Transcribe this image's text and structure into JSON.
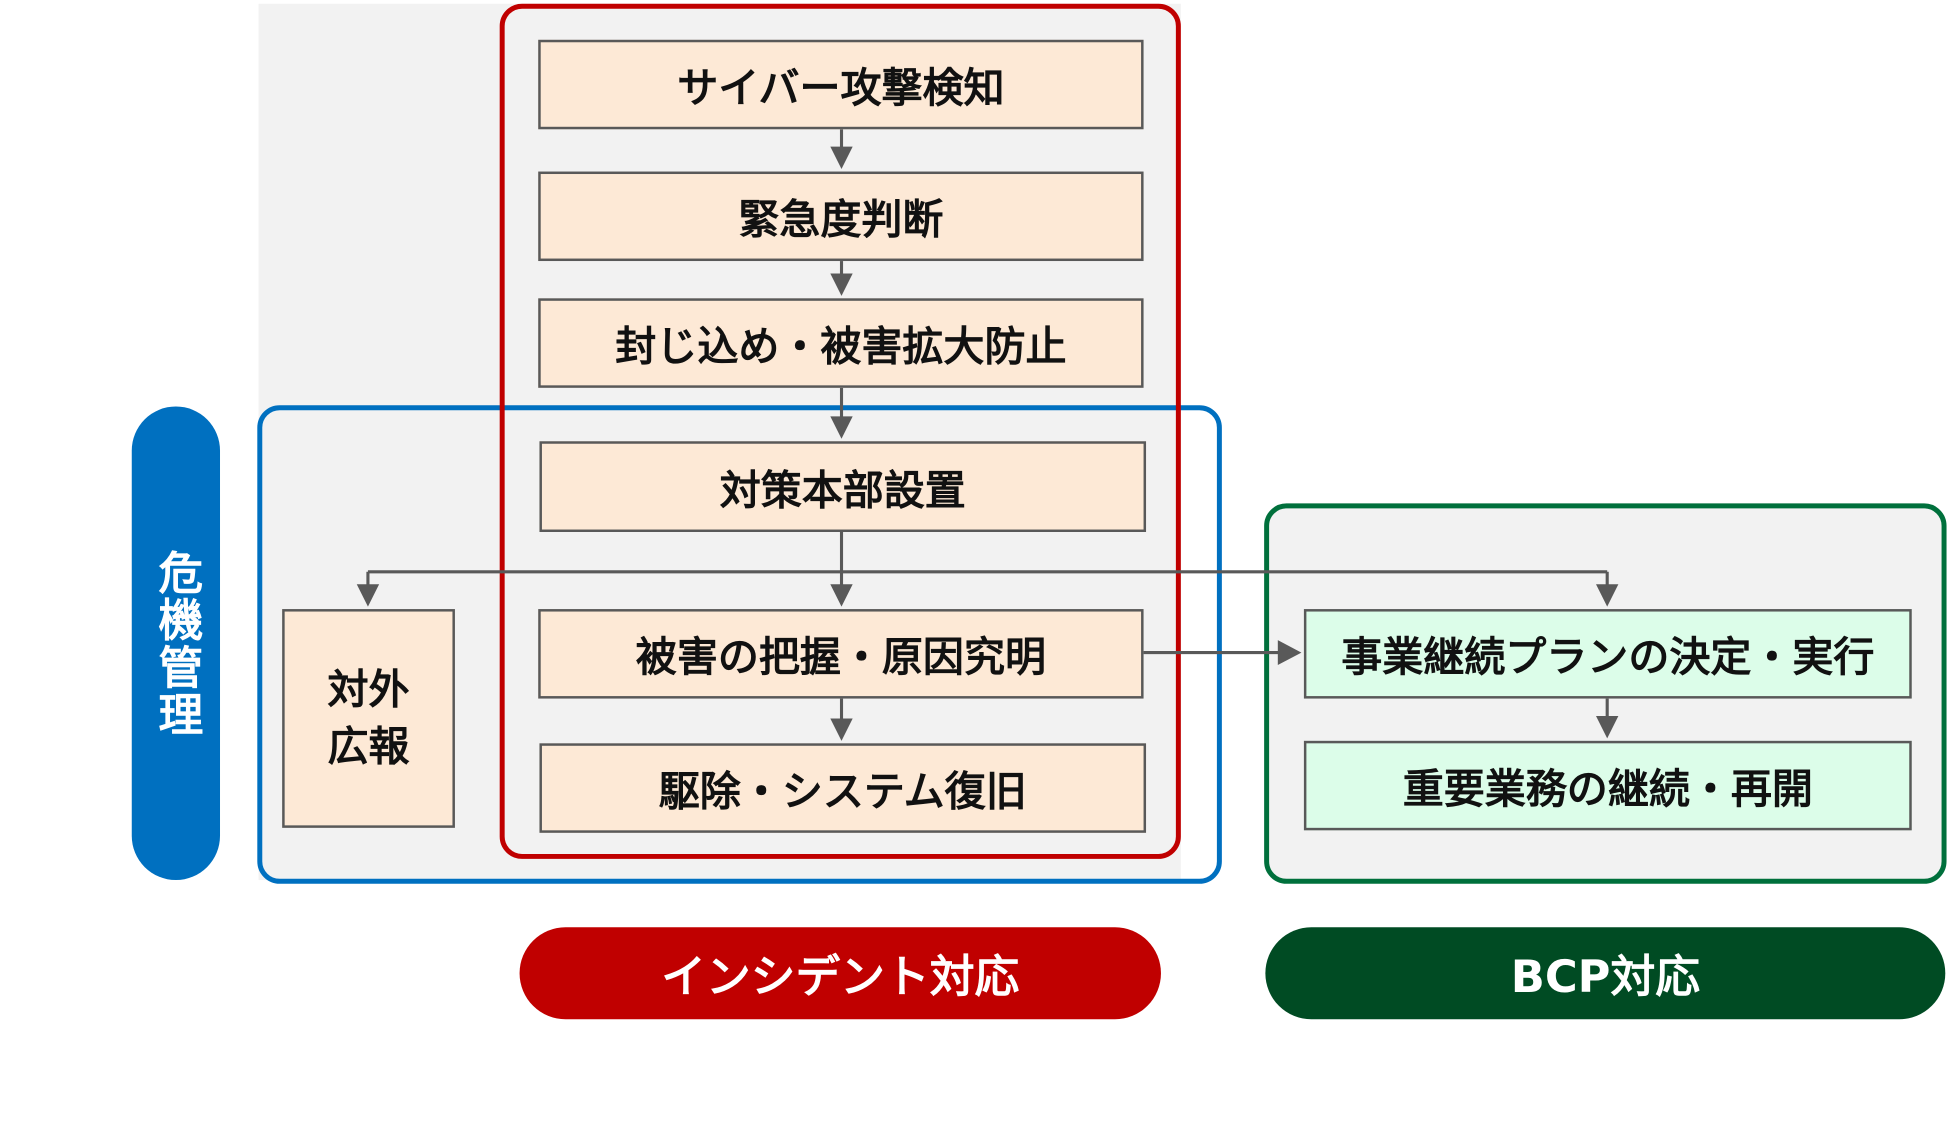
{
  "steps": {
    "detect": "サイバー攻撃検知",
    "urgency": "緊急度判断",
    "contain": "封じ込め・被害拡大防止",
    "hq": "対策本部設置",
    "assess": "被害の把握・原因究明",
    "recover": "駆除・システム復旧",
    "pr": "対外広報",
    "bcp_plan": "事業継続プランの決定・実行",
    "bcp_continue": "重要業務の継続・再開"
  },
  "labels": {
    "crisis": "危機管理",
    "incident": "インシデント対応",
    "bcp": "BCP対応"
  },
  "colors": {
    "incident": "#c00000",
    "crisis": "#0070c0",
    "bcp_frame": "#00703c",
    "bcp_label": "#004b23",
    "step_fill": "#fde9d6",
    "bcp_step_fill": "#dcfde9"
  }
}
